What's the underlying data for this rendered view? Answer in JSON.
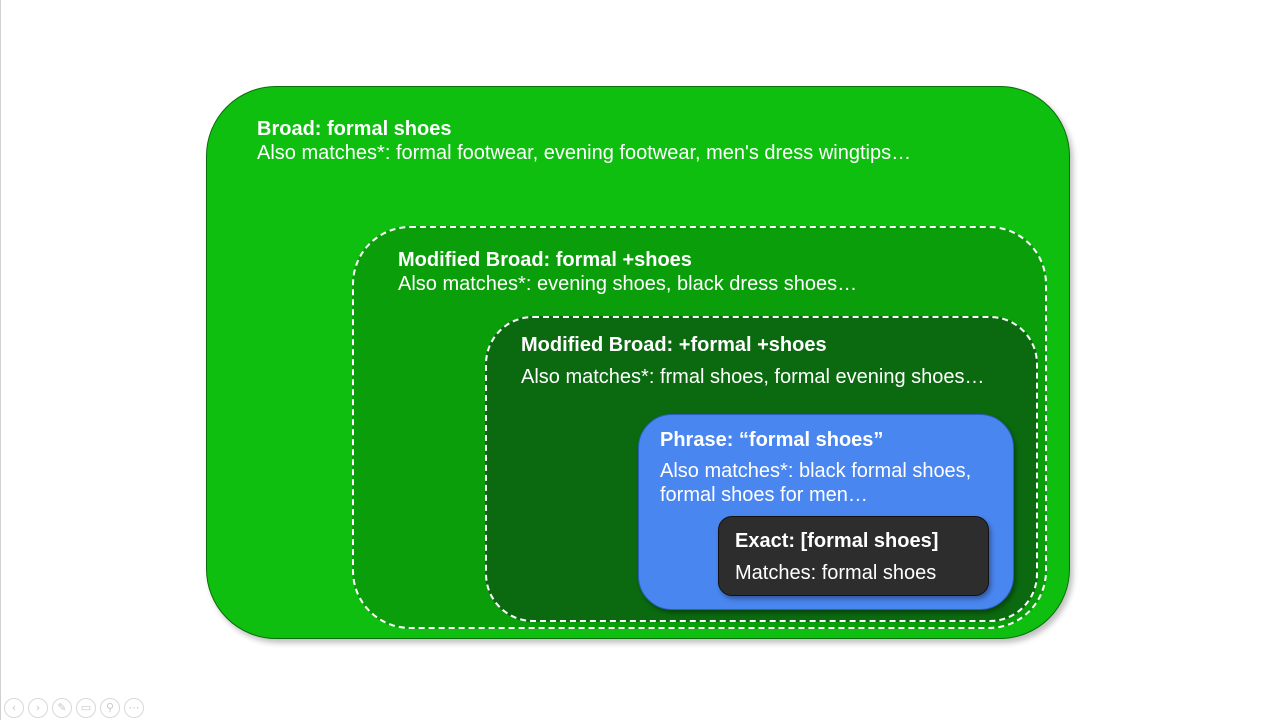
{
  "diagram": {
    "broad": {
      "title": "Broad: formal shoes",
      "text": "Also matches*: formal footwear, evening footwear, men's dress wingtips…"
    },
    "modified_broad_1": {
      "title": "Modified Broad: formal +shoes",
      "text": "Also matches*: evening shoes, black dress shoes…"
    },
    "modified_broad_2": {
      "title": "Modified Broad: +formal +shoes",
      "text": "Also matches*: frmal shoes, formal evening shoes…"
    },
    "phrase": {
      "title": "Phrase: “formal shoes”",
      "text": "Also matches*: black formal shoes, formal shoes for men…"
    },
    "exact": {
      "title": "Exact: [formal shoes]",
      "text": "Matches: formal shoes"
    }
  },
  "colors": {
    "broad": "#0fbf0f",
    "modified_broad_1": "#0a9f0a",
    "modified_broad_2": "#0b6a10",
    "phrase": "#4a86f0",
    "exact": "#2d2d2d",
    "text": "#ffffff"
  },
  "slideshow_controls": [
    {
      "icon": "previous-icon",
      "glyph": "‹"
    },
    {
      "icon": "next-icon",
      "glyph": "›"
    },
    {
      "icon": "pen-icon",
      "glyph": "✎"
    },
    {
      "icon": "slides-icon",
      "glyph": "▭"
    },
    {
      "icon": "zoom-icon",
      "glyph": "⚲"
    },
    {
      "icon": "more-icon",
      "glyph": "⋯"
    }
  ]
}
